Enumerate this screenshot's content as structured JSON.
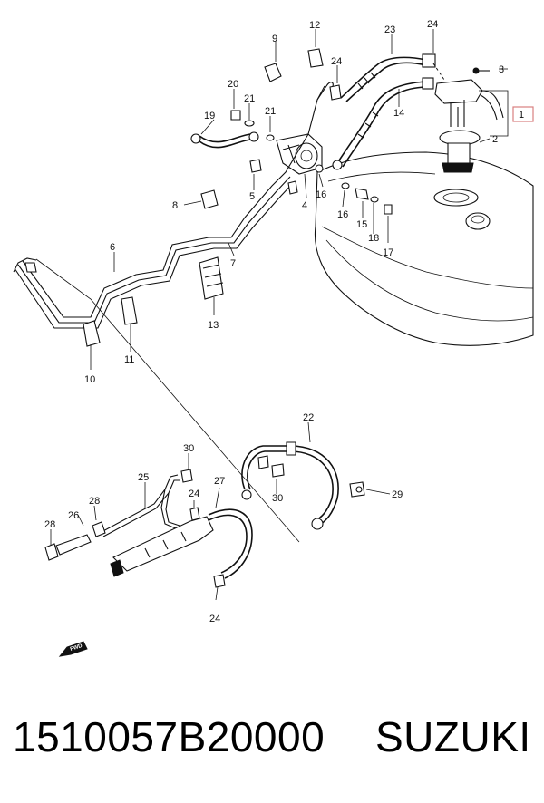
{
  "callouts": [
    {
      "id": "c1",
      "label": "1"
    },
    {
      "id": "c2",
      "label": "2"
    },
    {
      "id": "c3",
      "label": "3"
    },
    {
      "id": "c4",
      "label": "4"
    },
    {
      "id": "c5",
      "label": "5"
    },
    {
      "id": "c6",
      "label": "6"
    },
    {
      "id": "c7",
      "label": "7"
    },
    {
      "id": "c8",
      "label": "8"
    },
    {
      "id": "c9",
      "label": "9"
    },
    {
      "id": "c10",
      "label": "10"
    },
    {
      "id": "c11",
      "label": "11"
    },
    {
      "id": "c12",
      "label": "12"
    },
    {
      "id": "c13",
      "label": "13"
    },
    {
      "id": "c14",
      "label": "14"
    },
    {
      "id": "c15",
      "label": "15"
    },
    {
      "id": "c16a",
      "label": "16"
    },
    {
      "id": "c16b",
      "label": "16"
    },
    {
      "id": "c17",
      "label": "17"
    },
    {
      "id": "c18",
      "label": "18"
    },
    {
      "id": "c19",
      "label": "19"
    },
    {
      "id": "c20",
      "label": "20"
    },
    {
      "id": "c21a",
      "label": "21"
    },
    {
      "id": "c21b",
      "label": "21"
    },
    {
      "id": "c22",
      "label": "22"
    },
    {
      "id": "c23",
      "label": "23"
    },
    {
      "id": "c24a",
      "label": "24"
    },
    {
      "id": "c24b",
      "label": "24"
    },
    {
      "id": "c24c",
      "label": "24"
    },
    {
      "id": "c24d",
      "label": "24"
    },
    {
      "id": "c25",
      "label": "25"
    },
    {
      "id": "c26",
      "label": "26"
    },
    {
      "id": "c27",
      "label": "27"
    },
    {
      "id": "c28a",
      "label": "28"
    },
    {
      "id": "c28b",
      "label": "28"
    },
    {
      "id": "c29",
      "label": "29"
    },
    {
      "id": "c30a",
      "label": "30"
    },
    {
      "id": "c30b",
      "label": "30"
    }
  ],
  "fwd_label": "FWD",
  "footer": {
    "part_number": "1510057B20000",
    "brand": "SUZUKI"
  },
  "colors": {
    "line": "#111111",
    "callout_box": "#d98080",
    "background": "#ffffff"
  }
}
